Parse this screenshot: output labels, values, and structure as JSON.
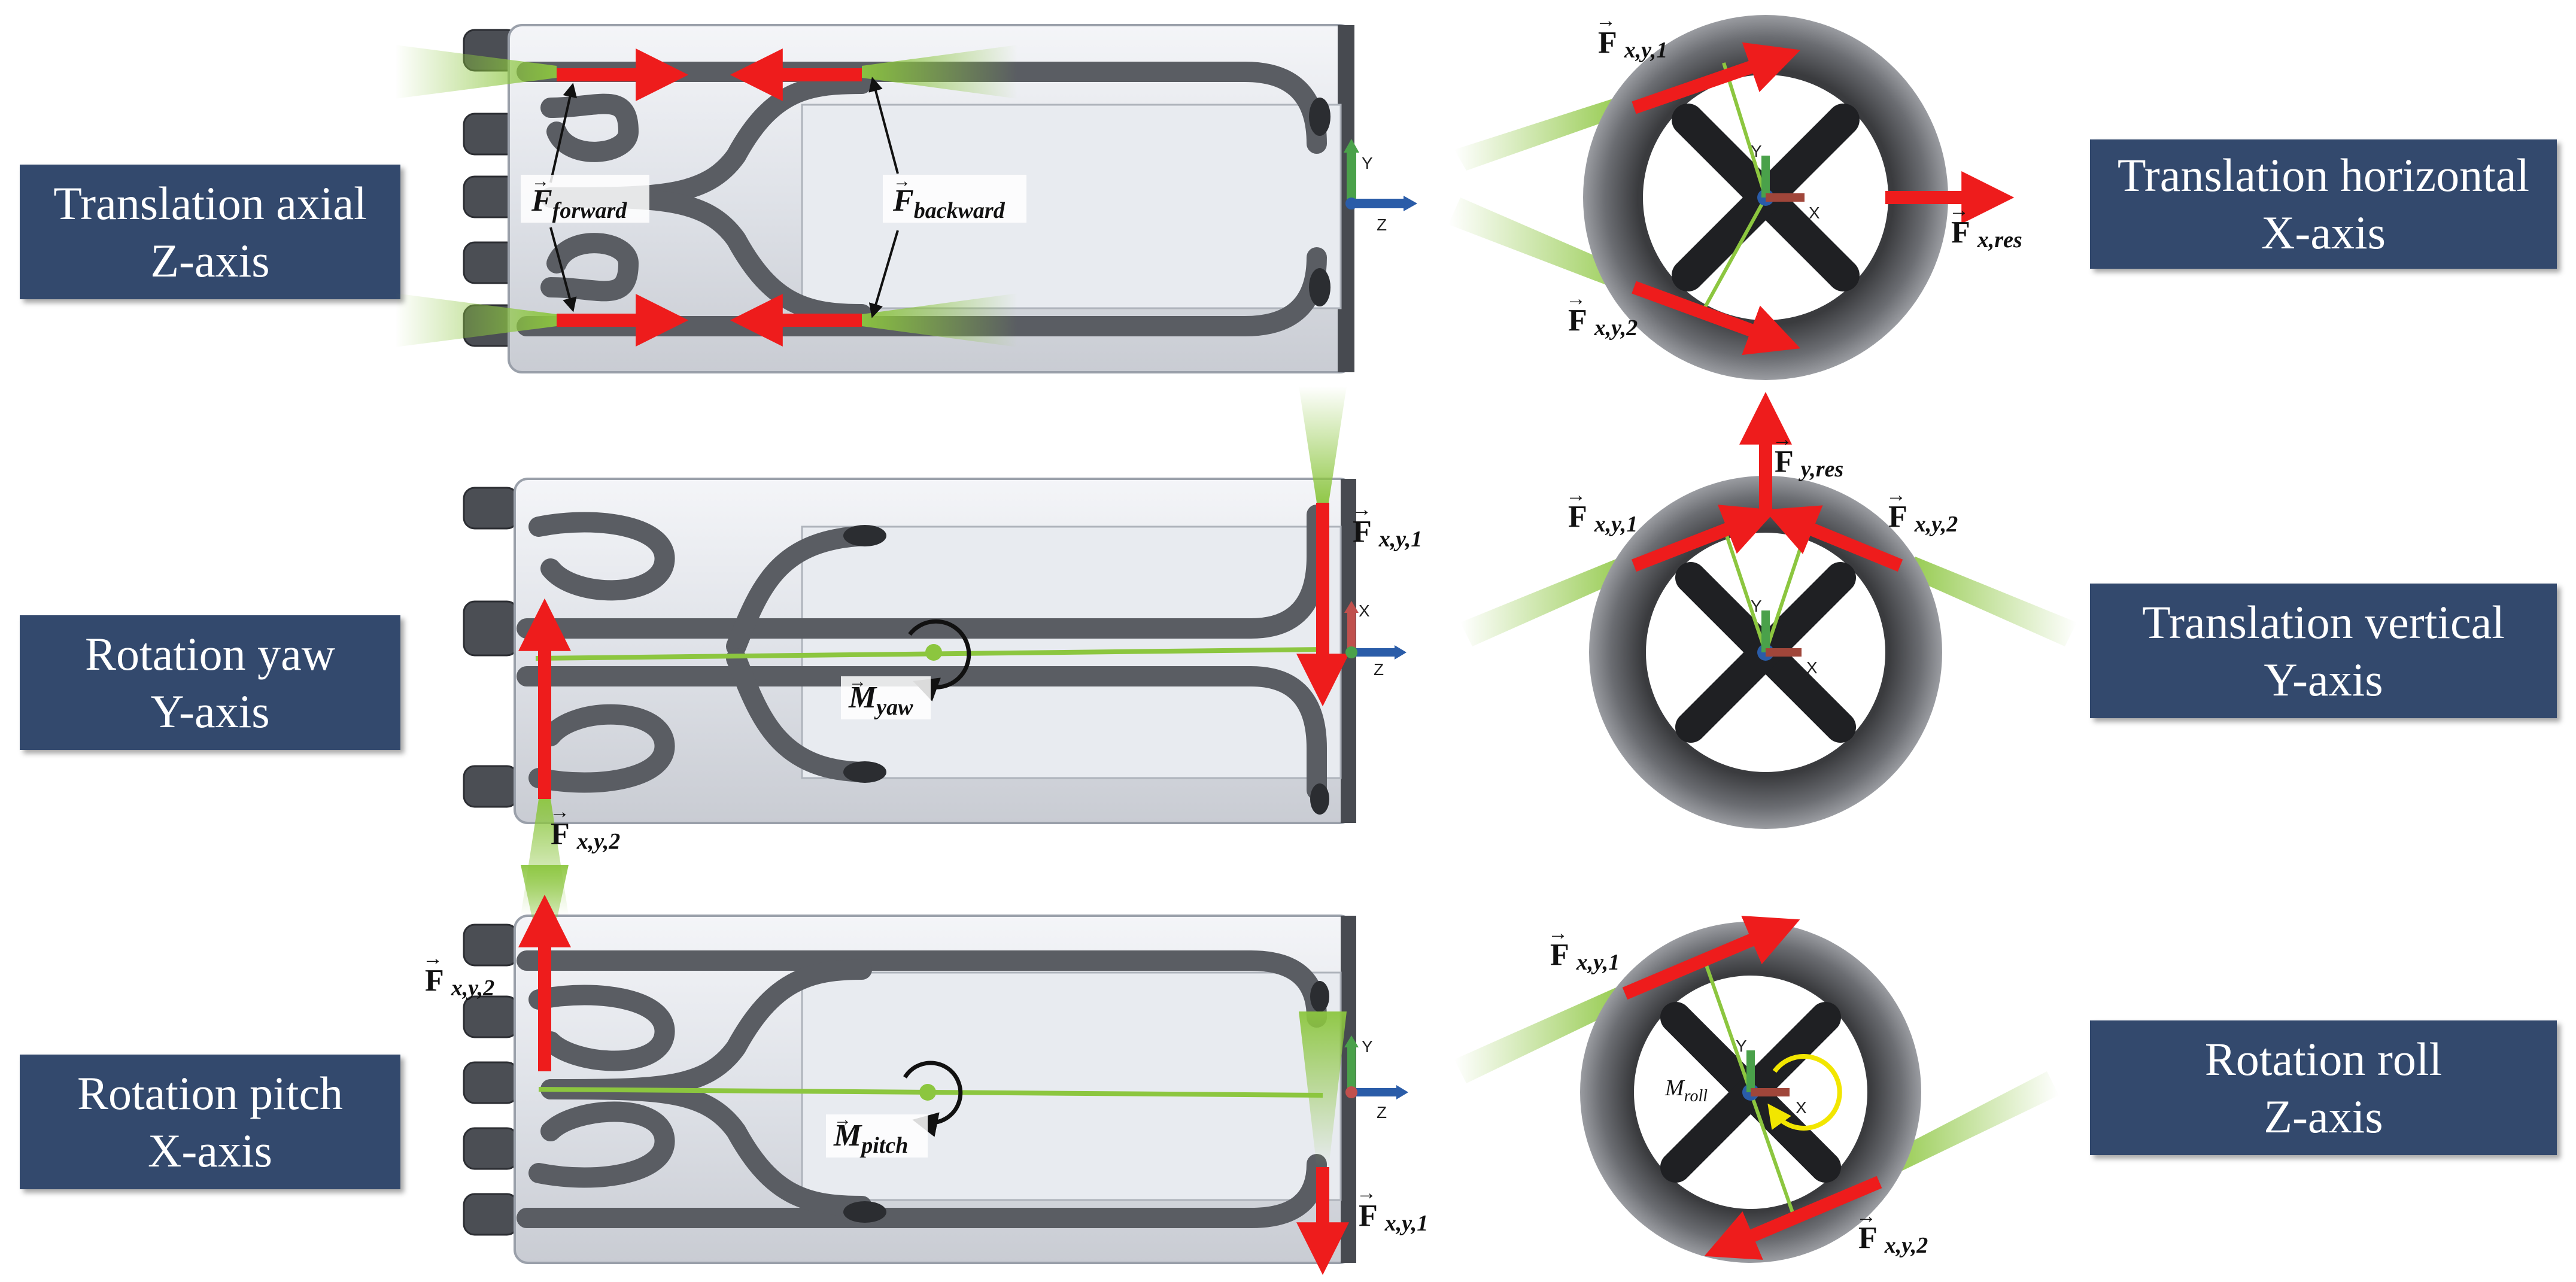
{
  "labels": {
    "axial": {
      "line1": "Translation axial",
      "line2": "Z-axis"
    },
    "yaw": {
      "line1": "Rotation yaw",
      "line2": "Y-axis"
    },
    "pitch": {
      "line1": "Rotation pitch",
      "line2": "X-axis"
    },
    "horizontal": {
      "line1": "Translation horizontal",
      "line2": "X-axis"
    },
    "vertical": {
      "line1": "Translation vertical",
      "line2": "Y-axis"
    },
    "roll": {
      "line1": "Rotation roll",
      "line2": "Z-axis"
    }
  },
  "forces": {
    "F": "F",
    "forward": "forward",
    "backward": "backward",
    "xy1": "x,y,1",
    "xy2": "x,y,2",
    "xres": "x,res",
    "yres": "y,res",
    "M": "M",
    "yaw": "yaw",
    "pitch": "pitch",
    "roll": "roll"
  },
  "axes": {
    "x": "X",
    "y": "Y",
    "z": "Z"
  },
  "colors": {
    "box": "#33496d",
    "force_arrow": "#ee1c1c",
    "thruster_jet": "#8cc63f",
    "body": "#dfe3ea",
    "pipe": "#5a5d63",
    "moment_roll": "#f2e600"
  }
}
